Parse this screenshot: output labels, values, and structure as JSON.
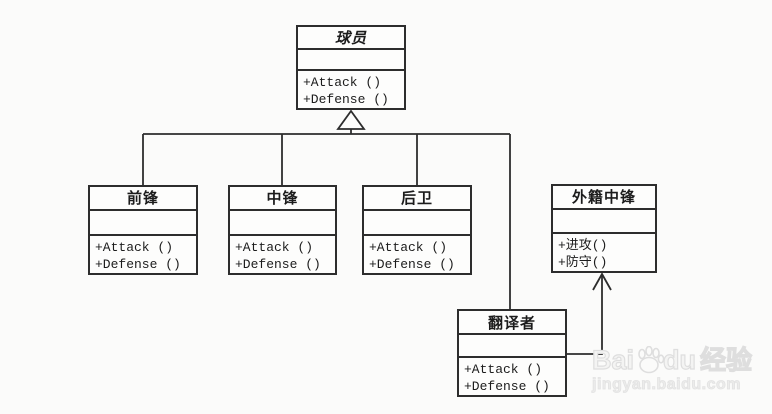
{
  "diagram": {
    "type": "uml-class-diagram",
    "line_color": "#2d2d2d",
    "box_fill": "#fdfdfc",
    "background": "#fbfbfa"
  },
  "classes": [
    {
      "name": "球员",
      "abstract": true,
      "attributes": [],
      "methods": [
        "+Attack ()",
        "+Defense ()"
      ]
    },
    {
      "name": "前锋",
      "abstract": false,
      "attributes": [],
      "methods": [
        "+Attack ()",
        "+Defense ()"
      ]
    },
    {
      "name": "中锋",
      "abstract": false,
      "attributes": [],
      "methods": [
        "+Attack ()",
        "+Defense ()"
      ]
    },
    {
      "name": "后卫",
      "abstract": false,
      "attributes": [],
      "methods": [
        "+Attack ()",
        "+Defense ()"
      ]
    },
    {
      "name": "外籍中锋",
      "abstract": false,
      "attributes": [],
      "methods": [
        "+进攻()",
        "+防守()"
      ]
    },
    {
      "name": "翻译者",
      "abstract": false,
      "attributes": [],
      "methods": [
        "+Attack ()",
        "+Defense ()"
      ]
    }
  ],
  "relationships": [
    {
      "type": "generalization",
      "children": [
        "前锋",
        "中锋",
        "后卫",
        "翻译者"
      ],
      "parent": "球员"
    },
    {
      "type": "association-arrow",
      "from": "翻译者",
      "to": "外籍中锋"
    }
  ],
  "watermark": {
    "logo_part1": "Bai",
    "logo_part2": "du",
    "logo_suffix": "经验",
    "url": "jingyan.baidu.com"
  }
}
